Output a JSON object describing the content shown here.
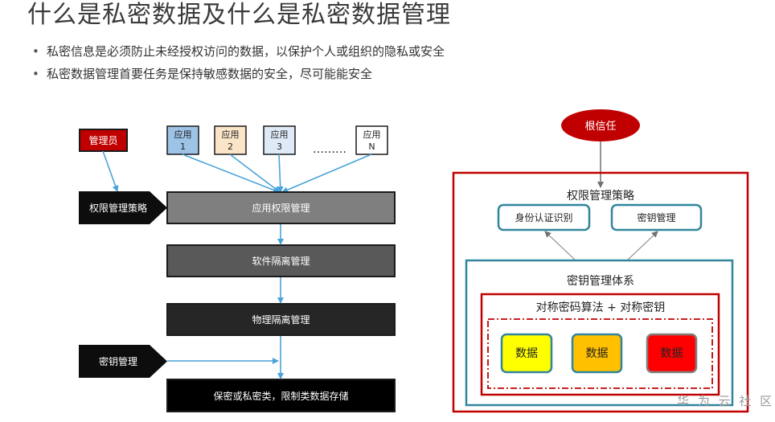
{
  "title": "什么是私密数据及什么是私密数据管理",
  "bullets": [
    "私密信息是必须防止未经授权访问的数据，以保护个人或组织的隐私或安全",
    "私密数据管理首要任务是保持敏感数据的安全，尽可能能安全"
  ],
  "left": {
    "admin": "管理员",
    "apps": [
      {
        "line1": "应用",
        "line2": "1",
        "fill": "#9dc3e6"
      },
      {
        "line1": "应用",
        "line2": "2",
        "fill": "#fbe5c8"
      },
      {
        "line1": "应用",
        "line2": "3",
        "fill": "#deebf7"
      },
      {
        "line1": "应用",
        "line2": "N",
        "fill": "#ffffff"
      }
    ],
    "ellipsis": "………",
    "side_labels": [
      "权限管理策略",
      "密钥管理"
    ],
    "layers": [
      "应用权限管理",
      "软件隔离管理",
      "物理隔离管理",
      "保密或私密类，限制类数据存储"
    ]
  },
  "right": {
    "root_trust": "根信任",
    "policy": "权限管理策略",
    "identity": "身份认证识别",
    "key_mgmt": "密钥管理",
    "key_system": "密钥管理体系",
    "sym": "对称密码算法 + 对称密钥",
    "data": [
      {
        "label": "数据",
        "fill": "#ffff00"
      },
      {
        "label": "数据",
        "fill": "#ffc000"
      },
      {
        "label": "数据",
        "fill": "#ff0000"
      }
    ]
  },
  "watermark": "华 为 云 社 区"
}
